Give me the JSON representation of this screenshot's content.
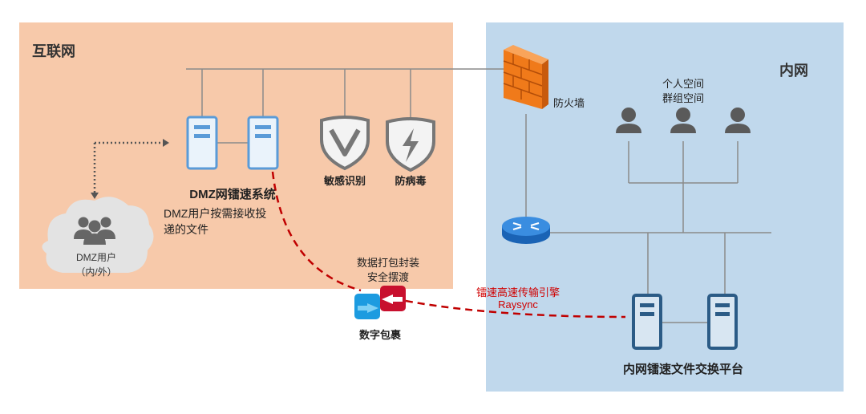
{
  "zones": {
    "internet": {
      "title": "互联网"
    },
    "intranet": {
      "title": "内网"
    }
  },
  "components": {
    "dmz_system": {
      "title": "DMZ网镭速系统",
      "desc_line1": "DMZ用户按需接收投",
      "desc_line2": "递的文件"
    },
    "sensitive": {
      "label": "敏感识别"
    },
    "antivirus": {
      "label": "防病毒"
    },
    "firewall": {
      "label": "防火墙"
    },
    "dmz_users": {
      "label": "DMZ用户",
      "sublabel": "（内/外）"
    },
    "package": {
      "label": "数字包裹",
      "note_line1": "数据打包封装",
      "note_line2": "安全摆渡"
    },
    "engine": {
      "line1": "镭速高速传输引擎",
      "line2": "Raysync"
    },
    "spaces": {
      "line1": "个人空间",
      "line2": "群组空间"
    },
    "platform": {
      "title": "内网镭速文件交换平台"
    }
  },
  "colors": {
    "internet_bg": "#f7c9aa",
    "intranet_bg": "#c0d8ec",
    "server_blue": "#5a9bd8",
    "server_dark": "#2b5b86",
    "engine_red": "#c00000",
    "firewall_orange": "#f07a1a",
    "shield_gray": "#777777",
    "person_gray": "#5a5a5a"
  },
  "icons": [
    "server-icon",
    "shield-check-icon",
    "shield-bolt-icon",
    "firewall-icon",
    "router-icon",
    "person-icon",
    "user-group-cloud-icon",
    "package-icon"
  ]
}
